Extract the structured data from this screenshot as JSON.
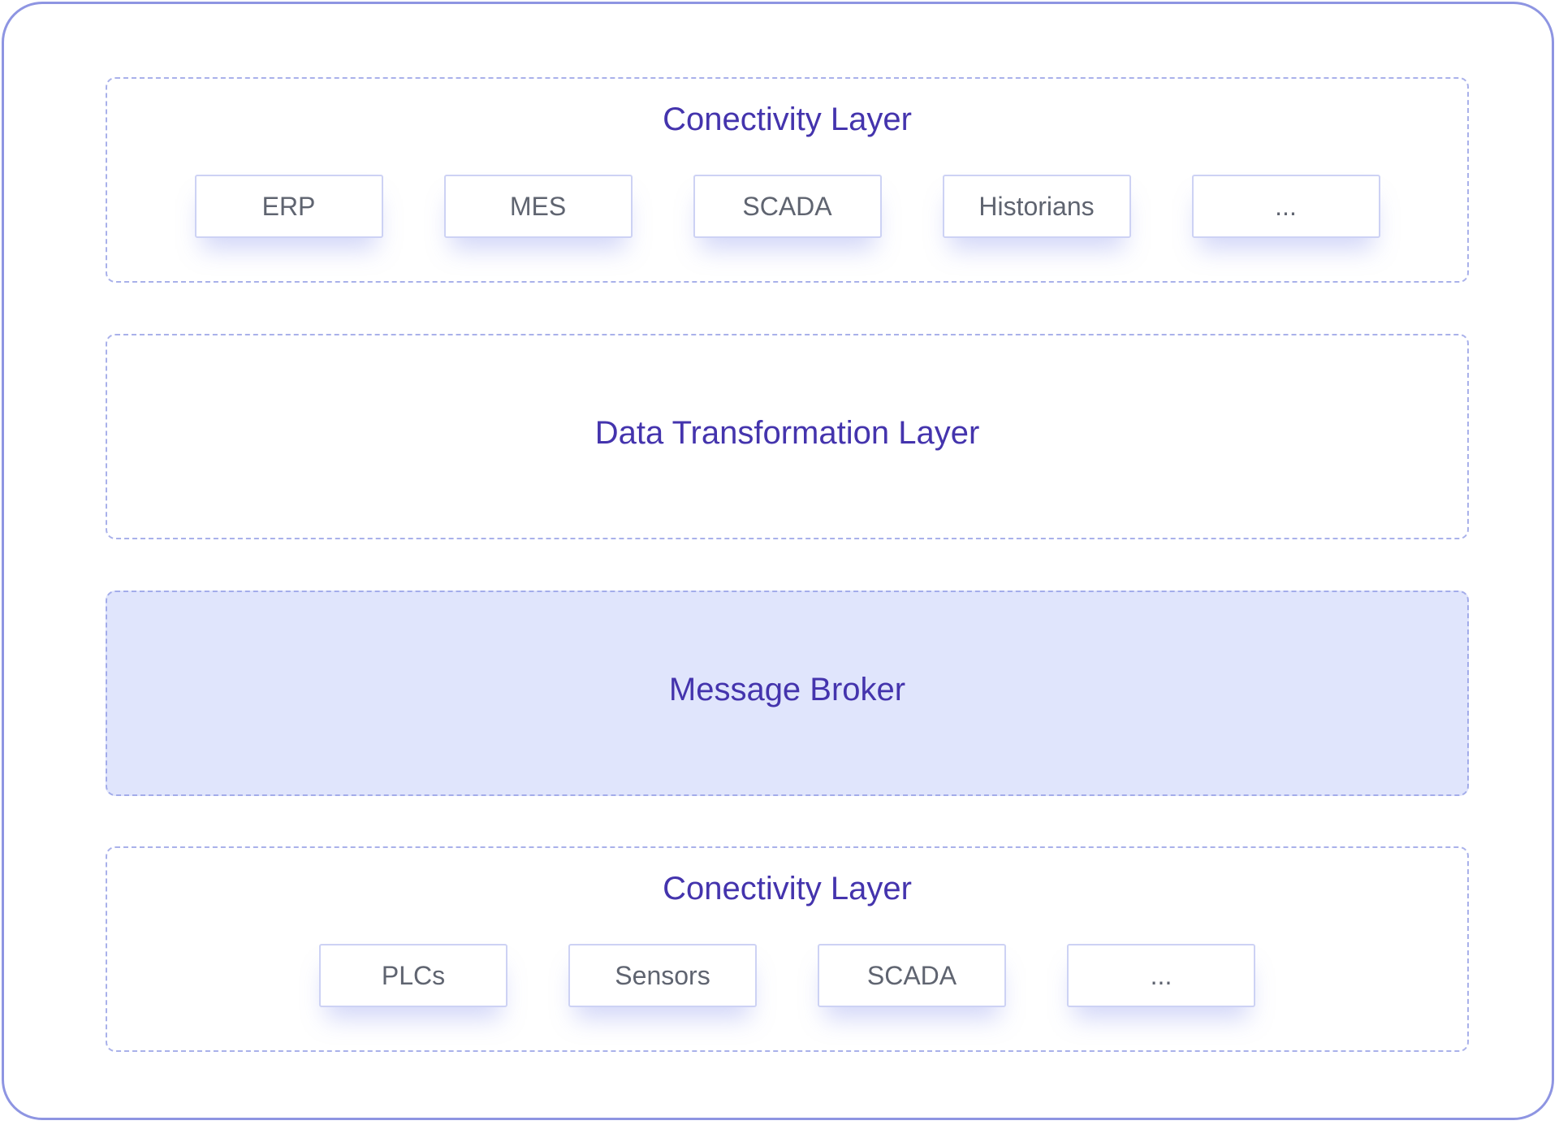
{
  "layers": {
    "top": {
      "title": "Conectivity Layer",
      "items": [
        "ERP",
        "MES",
        "SCADA",
        "Historians",
        "..."
      ]
    },
    "transformation": {
      "title": "Data Transformation Layer"
    },
    "broker": {
      "title": "Message Broker"
    },
    "bottom": {
      "title": "Conectivity Layer",
      "items": [
        "PLCs",
        "Sensors",
        "SCADA",
        "..."
      ]
    }
  },
  "colors": {
    "title_text": "#4434ad",
    "chip_text": "#5f6470",
    "frame_border": "#8e95e2",
    "dashed_border": "#a9b1ea",
    "broker_fill": "#e0e5fc"
  }
}
